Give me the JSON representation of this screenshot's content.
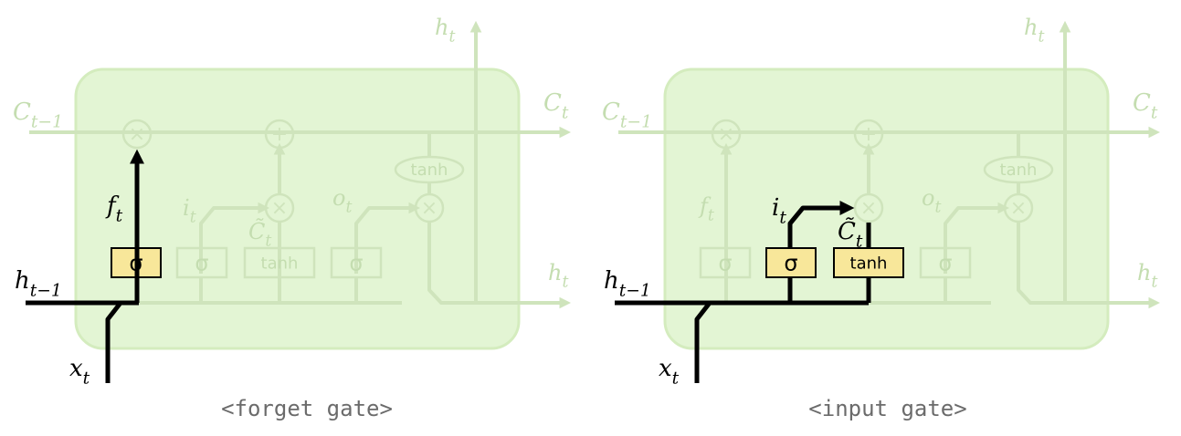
{
  "panels": [
    {
      "caption": "<forget gate>",
      "active": "forget",
      "labels": {
        "c_prev": "C",
        "c_prev_sub": "t−1",
        "c_out": "C",
        "c_out_sub": "t",
        "h_top": "h",
        "h_top_sub": "t",
        "h_right": "h",
        "h_right_sub": "t",
        "h_prev": "h",
        "h_prev_sub": "t−1",
        "x": "x",
        "x_sub": "t",
        "f": "f",
        "f_sub": "t",
        "i": "i",
        "i_sub": "t",
        "c_tilde": "C̃",
        "c_tilde_sub": "t",
        "o": "o",
        "o_sub": "t"
      },
      "ops": {
        "multiply": "×",
        "add": "+"
      },
      "gates": {
        "forget": "σ",
        "input": "σ",
        "candidate": "tanh",
        "output": "σ",
        "cell_tanh": "tanh"
      }
    },
    {
      "caption": "<input gate>",
      "active": "input",
      "labels": {
        "c_prev": "C",
        "c_prev_sub": "t−1",
        "c_out": "C",
        "c_out_sub": "t",
        "h_top": "h",
        "h_top_sub": "t",
        "h_right": "h",
        "h_right_sub": "t",
        "h_prev": "h",
        "h_prev_sub": "t−1",
        "x": "x",
        "x_sub": "t",
        "f": "f",
        "f_sub": "t",
        "i": "i",
        "i_sub": "t",
        "c_tilde": "C̃",
        "c_tilde_sub": "t",
        "o": "o",
        "o_sub": "t"
      },
      "ops": {
        "multiply": "×",
        "add": "+"
      },
      "gates": {
        "forget": "σ",
        "input": "σ",
        "candidate": "tanh",
        "output": "σ",
        "cell_tanh": "tanh"
      }
    }
  ],
  "colors": {
    "cell_fill": "#e3f5d4",
    "cell_stroke": "#d4ecbe",
    "faded_line": "#cfe4bc",
    "faded_text": "#c4ddb0",
    "active_line": "#000000",
    "gate_fill": "#f8e79a",
    "caption_text": "#6b6b6b"
  }
}
